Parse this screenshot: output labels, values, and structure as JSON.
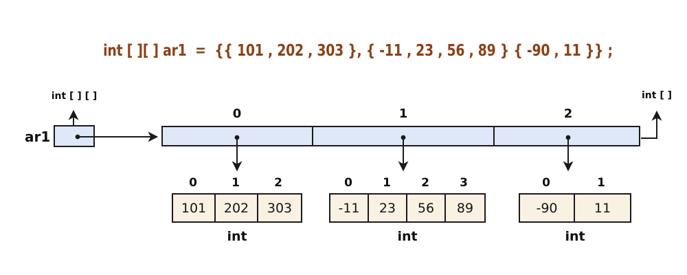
{
  "title": "int [ ][ ] ar1  =  {{ 101 , 202 , 303 }, { -11 , 23 , 56 , 89 } { -90 , 11 }} ;",
  "reference": {
    "name": "ar1",
    "type_label": "int [ ] [ ]"
  },
  "main_array": {
    "type_label": "int [ ]",
    "indices": [
      "0",
      "1",
      "2"
    ]
  },
  "subarrays": [
    {
      "type_label": "int",
      "indices": [
        "0",
        "1",
        "2"
      ],
      "values": [
        "101",
        "202",
        "303"
      ]
    },
    {
      "type_label": "int",
      "indices": [
        "0",
        "1",
        "2",
        "3"
      ],
      "values": [
        "-11",
        "23",
        "56",
        "89"
      ]
    },
    {
      "type_label": "int",
      "indices": [
        "0",
        "1"
      ],
      "values": [
        "-90",
        "11"
      ]
    }
  ],
  "colors": {
    "title_text": "#8a4218",
    "pointer_fill": "#dee8f8",
    "value_fill": "#f9f2e3",
    "line": "#1a1a1a"
  }
}
